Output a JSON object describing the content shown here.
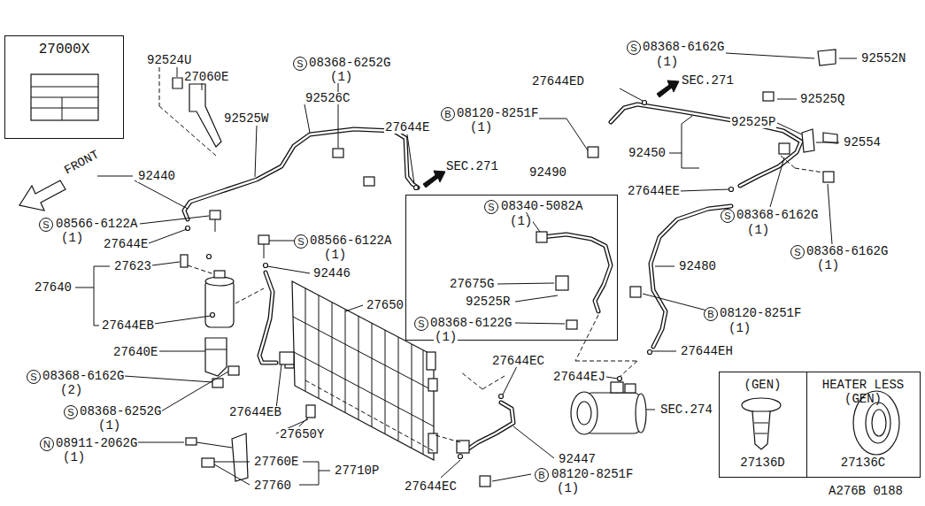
{
  "diagram": {
    "nodes": [
      {
        "text": [
          "27000X"
        ]
      },
      {
        "text": [
          "92490"
        ]
      },
      {
        "text": [
          "(GEN)",
          "27136D"
        ]
      },
      {
        "text": [
          "HEATER LESS (GEN)",
          "27136C"
        ]
      }
    ],
    "edges": [],
    "labels": [
      "92524U",
      "27060E",
      "S",
      "08368-6252G",
      "(1)",
      "92526C",
      "92525W",
      "27644E",
      "SEC.271",
      "B",
      "08120-8251F",
      "(1)",
      "27644ED",
      "SEC.271",
      "S",
      "08368-6162G",
      "(1)",
      "92552N",
      "92525Q",
      "92525P",
      "92450",
      "92554",
      "27644EE",
      "S",
      "08368-6162G",
      "(1)",
      "S",
      "08368-6162G",
      "(1)",
      "92480",
      "92440",
      "FRONT",
      "S",
      "08566-6122A",
      "(1)",
      "27644E",
      "S",
      "08566-6122A",
      "(1)",
      "27623",
      "92446",
      "27640",
      "27650",
      "S",
      "08340-5082A",
      "(1)",
      "27675G",
      "92525R",
      "S",
      "08368-6122G",
      "(1)",
      "B",
      "08120-8251F",
      "(1)",
      "27644EB",
      "27640E",
      "27644EH",
      "27644EC",
      "27644EJ",
      "S",
      "08368-6162G",
      "(2)",
      "S",
      "08368-6252G",
      "(1)",
      "27644EB",
      "SEC.274",
      "27650Y",
      "N",
      "08911-2062G",
      "(1)",
      "27760E",
      "27710P",
      "27760",
      "92447",
      "27644EC",
      "B",
      "08120-8251F",
      "(1)",
      "A276B 0188"
    ]
  }
}
